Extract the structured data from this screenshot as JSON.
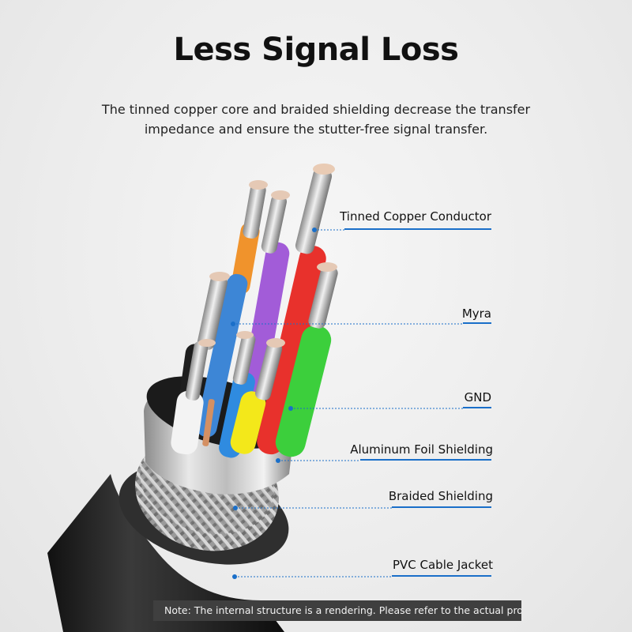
{
  "header": {
    "title": "Less Signal Loss",
    "subtitle": "The tinned copper core and braided shielding decrease the transfer impedance and ensure the stutter-free signal transfer."
  },
  "callouts": [
    {
      "label": "Tinned Copper Conductor"
    },
    {
      "label": "Myra"
    },
    {
      "label": "GND"
    },
    {
      "label": "Aluminum Foil Shielding"
    },
    {
      "label": "Braided Shielding"
    },
    {
      "label": "PVC Cable Jacket"
    }
  ],
  "footer": {
    "note": "Note: The internal structure is a rendering. Please refer to the actual product"
  },
  "colors": {
    "accent_line": "#1a6fc9",
    "wire_red": "#e8312c",
    "wire_green": "#3ccf3c",
    "wire_yellow": "#f3e81a",
    "wire_blue": "#2f8be0",
    "wire_purple": "#a25cd8",
    "wire_orange": "#f0932c",
    "jacket": "#2b2b2b"
  }
}
